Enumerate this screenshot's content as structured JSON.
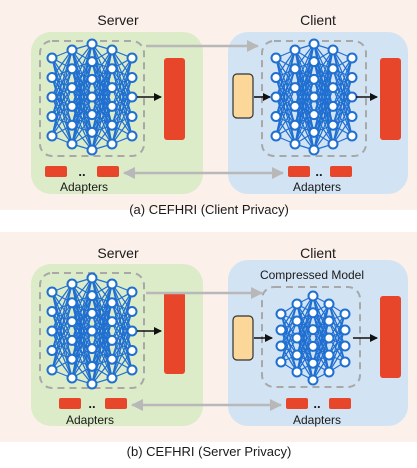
{
  "panel_a": {
    "server_title": "Server",
    "client_title": "Client",
    "server_adapters_label": "Adapters",
    "client_adapters_label": "Adapters",
    "adapter_dots": "..",
    "caption": "(a) CEFHRI (Client Privacy)"
  },
  "panel_b": {
    "server_title": "Server",
    "client_title": "Client",
    "model_label": "Compressed Model",
    "server_adapters_label": "Adapters",
    "client_adapters_label": "Adapters",
    "adapter_dots": "..",
    "caption": "(b) CEFHRI (Server Privacy)"
  },
  "colors": {
    "page_bg": "#fbf0ea",
    "server_panel": "#dcebc8",
    "client_panel": "#d2e3f3",
    "network": "#1f6fd1",
    "adapter": "#e8462a",
    "output_block": "#e8462a",
    "input_block": "#fbd79a",
    "transfer_arrow": "#b8b8b8",
    "dashed_border": "#a8a8a8"
  }
}
